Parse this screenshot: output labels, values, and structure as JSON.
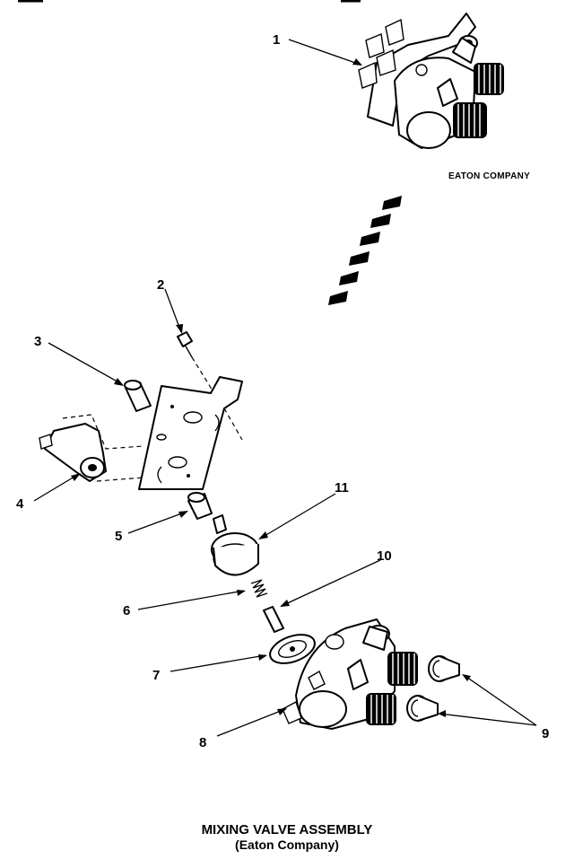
{
  "diagram": {
    "title": "MIXING VALVE ASSEMBLY",
    "subtitle": "(Eaton Company)",
    "manufacturer_label": "EATON COMPANY",
    "callouts": [
      "1",
      "2",
      "3",
      "4",
      "5",
      "6",
      "7",
      "8",
      "9",
      "10",
      "11"
    ]
  }
}
